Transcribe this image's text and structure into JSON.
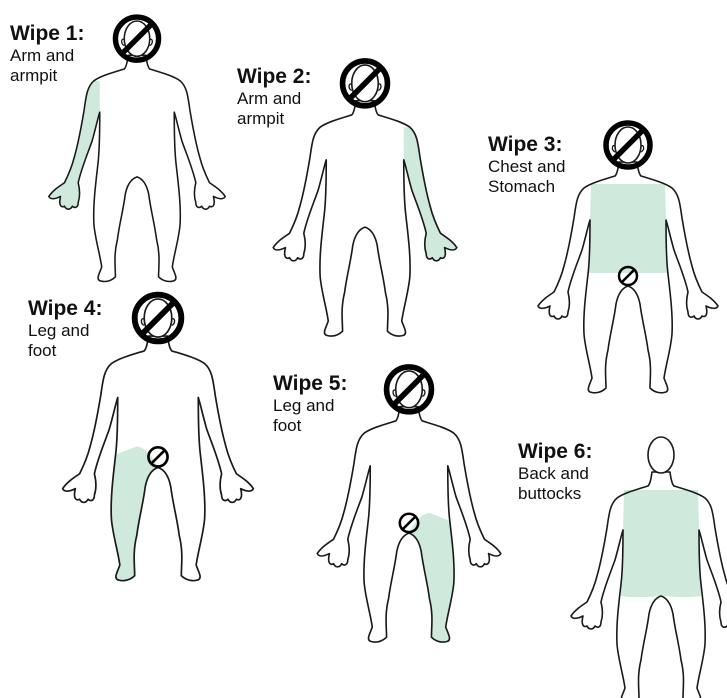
{
  "colors": {
    "highlight": "#cfe9dc",
    "outline": "#1a1a1a",
    "no_symbol": "#000000"
  },
  "wipes": [
    {
      "title": "Wipe 1:",
      "desc": "Arm and\narmpit",
      "region": "left-arm",
      "no_head": true,
      "no_groin": false
    },
    {
      "title": "Wipe 2:",
      "desc": "Arm and\narmpit",
      "region": "right-arm",
      "no_head": true,
      "no_groin": false
    },
    {
      "title": "Wipe 3:",
      "desc": "Chest and\nStomach",
      "region": "torso",
      "no_head": true,
      "no_groin": true
    },
    {
      "title": "Wipe 4:",
      "desc": "Leg and\nfoot",
      "region": "right-leg",
      "no_head": true,
      "no_groin": true
    },
    {
      "title": "Wipe 5:",
      "desc": "Leg and\nfoot",
      "region": "left-leg",
      "no_head": true,
      "no_groin": true
    },
    {
      "title": "Wipe 6:",
      "desc": "Back and\nbuttocks",
      "region": "back",
      "no_head": false,
      "no_groin": false
    }
  ]
}
